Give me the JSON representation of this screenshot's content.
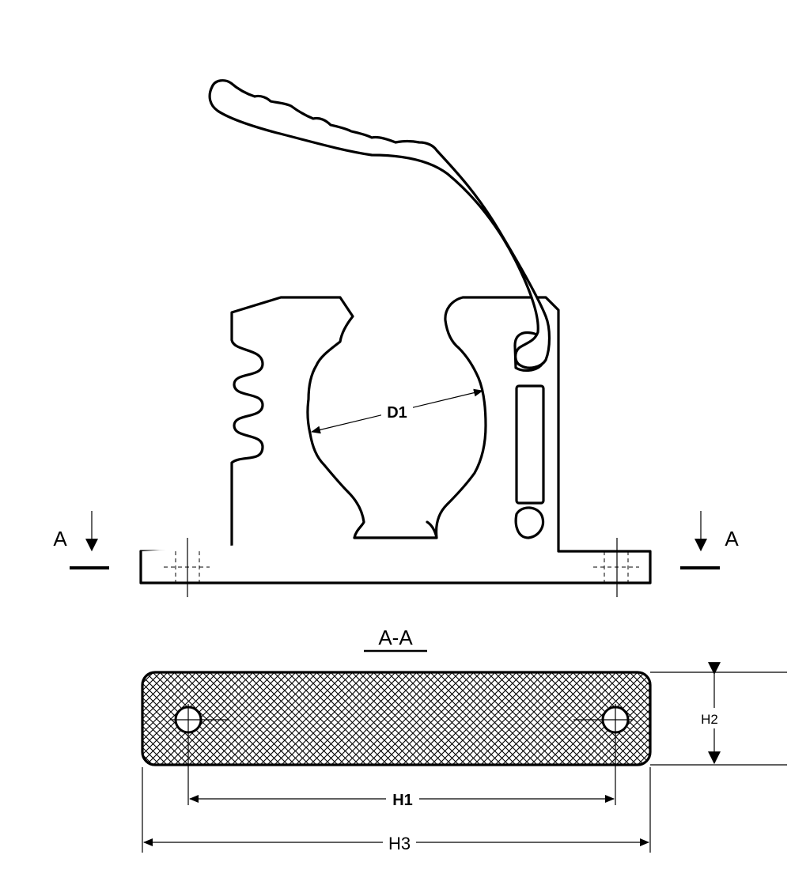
{
  "drawing": {
    "section_marker_left": "A",
    "section_marker_right": "A",
    "section_title": "A-A",
    "dimensions": {
      "d1": "D1",
      "h1": "H1",
      "h2": "H2",
      "h3": "H3"
    },
    "colors": {
      "line": "#000000",
      "background": "#ffffff",
      "hatch": "#000000"
    }
  }
}
